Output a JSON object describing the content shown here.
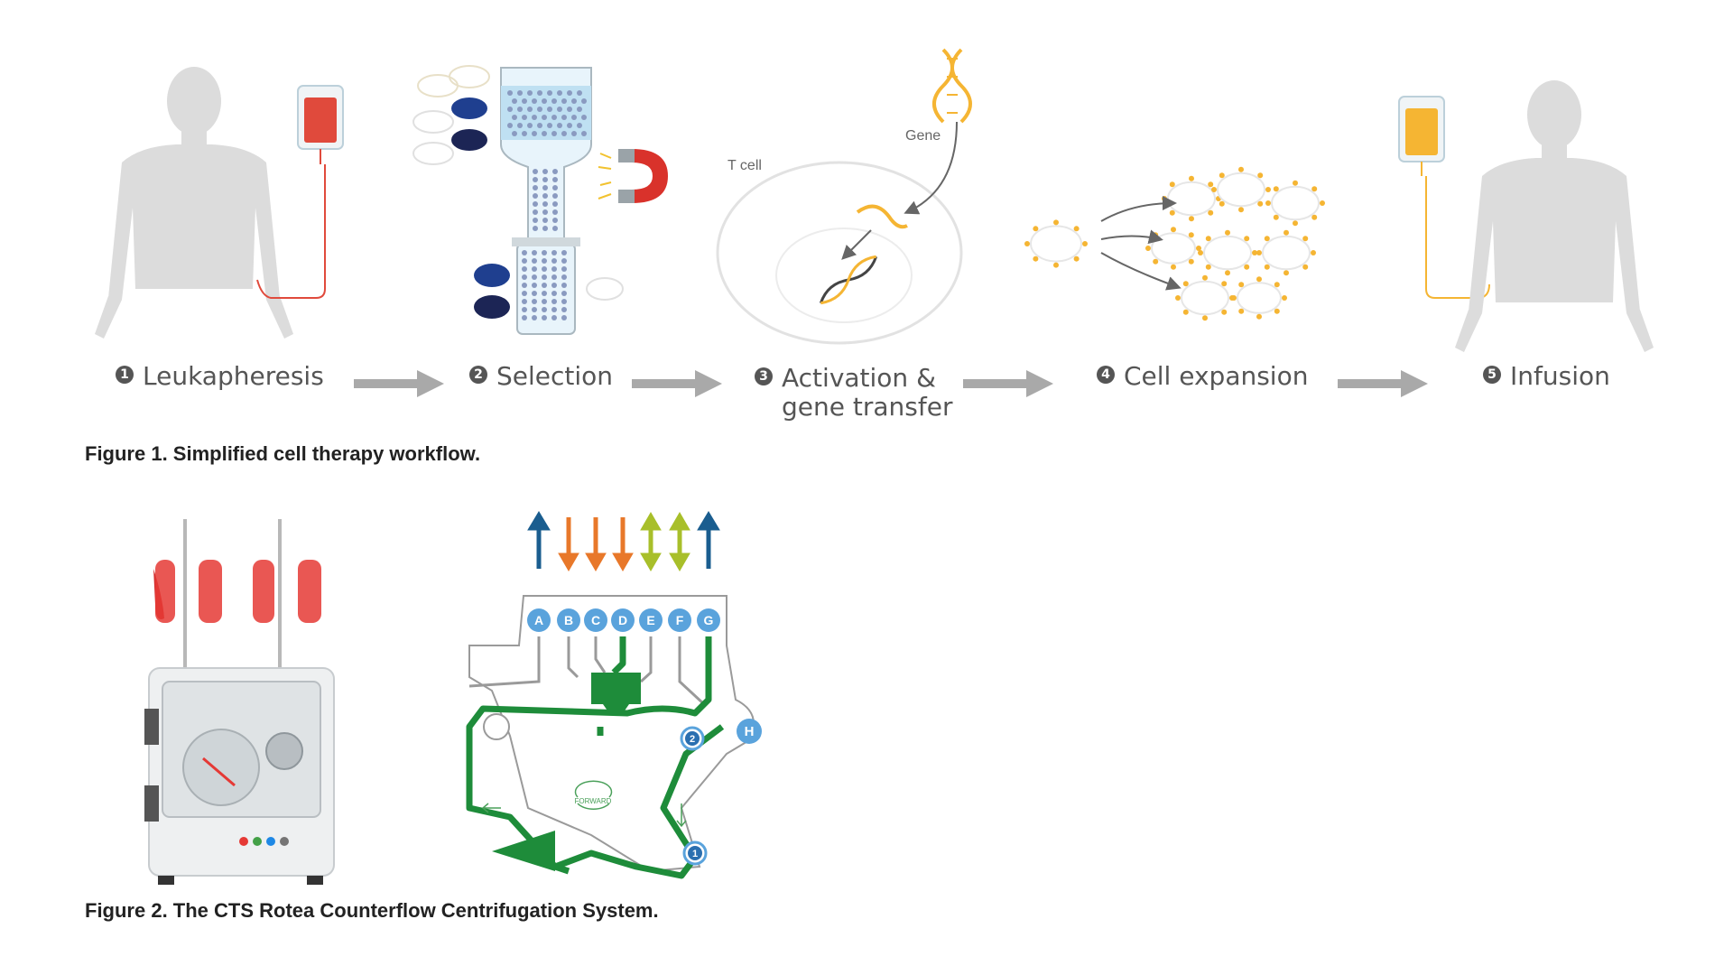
{
  "figure1": {
    "caption": "Figure 1. Simplified cell therapy workflow.",
    "steps": [
      {
        "num": "1",
        "label": "Leukapheresis"
      },
      {
        "num": "2",
        "label": "Selection"
      },
      {
        "num": "3",
        "label_line1": "Activation &",
        "label_line2": "gene transfer"
      },
      {
        "num": "4",
        "label": "Cell expansion"
      },
      {
        "num": "5",
        "label": "Infusion"
      }
    ],
    "tcell_label": "T cell",
    "gene_label": "Gene"
  },
  "figure2": {
    "caption": "Figure 2. The CTS Rotea Counterflow Centrifugation System.",
    "ports": [
      "A",
      "B",
      "C",
      "D",
      "E",
      "F",
      "G"
    ],
    "port_h": "H",
    "marker_1": "1",
    "marker_2": "2",
    "forward_label": "FORWARD"
  },
  "colors": {
    "silhouette": "#dcdcdc",
    "blood_red": "#e04a3c",
    "infusion_yellow": "#f5b533",
    "magnet_red": "#d9322b",
    "arrow_gray": "#a9a9a9",
    "circuit_green": "#1e8c3a",
    "port_blue": "#5aa3dc",
    "arrow_blue": "#1a5d8f",
    "arrow_orange": "#e8782a",
    "arrow_lime": "#a8bf2a"
  }
}
